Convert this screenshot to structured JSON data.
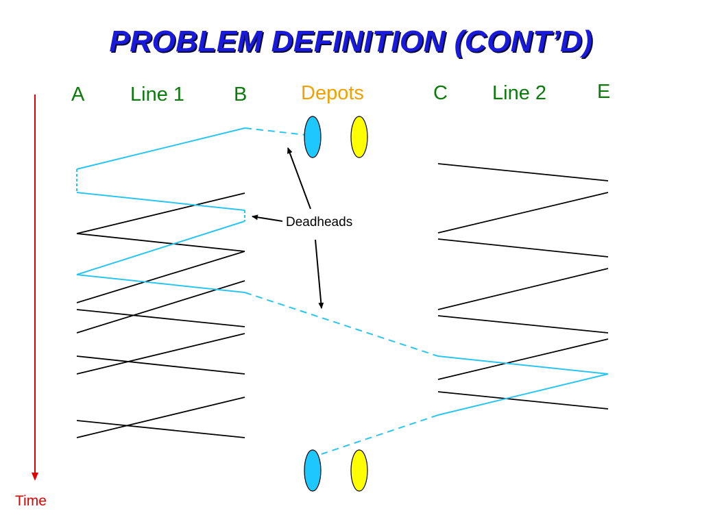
{
  "title": "PROBLEM DEFINITION (CONT’D)",
  "labels": {
    "a": "A",
    "line1": "Line 1",
    "b": "B",
    "depots": "Depots",
    "c": "C",
    "line2": "Line 2",
    "e": "E"
  },
  "callout": "Deadheads",
  "time_label": "Time",
  "colors": {
    "title": "#1a1adb",
    "line_labels": "#0a7a0a",
    "depots_label": "#f0a000",
    "vehicle_path": "#29c5f0",
    "trips": "#000000",
    "depot_blue": "#1ec8ff",
    "depot_yellow": "#ffff00",
    "time_axis": "#e00000"
  }
}
